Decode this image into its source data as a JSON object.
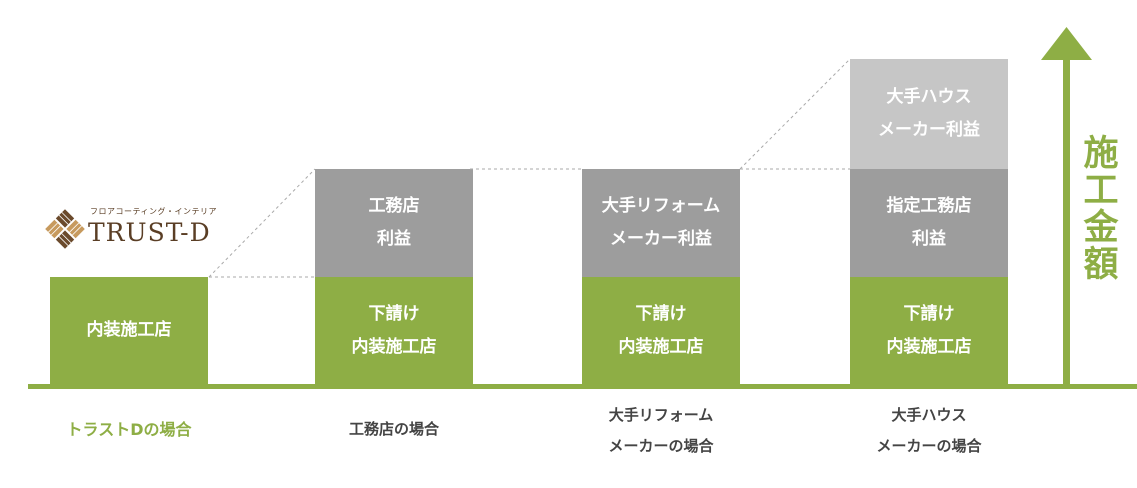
{
  "colors": {
    "green": "#8eae45",
    "gray_dark": "#9d9d9d",
    "gray_light": "#c6c6c6",
    "text_dark": "#444444",
    "logo_brown": "#5a3e25"
  },
  "logo": {
    "tagline": "フロアコーティング・インテリア",
    "name": "TRUST-D",
    "icon": "parquet-diamond-icon"
  },
  "axis": {
    "title_chars": [
      "施",
      "工",
      "金",
      "額"
    ],
    "icon": "up-arrow-icon"
  },
  "columns": [
    {
      "blocks": [
        {
          "kind": "green",
          "lines": [
            "内装施工店"
          ]
        }
      ],
      "caption": [
        "トラストDの場合"
      ],
      "caption_accent": true
    },
    {
      "blocks": [
        {
          "kind": "gray_dark",
          "lines": [
            "工務店",
            "利益"
          ]
        },
        {
          "kind": "green",
          "lines": [
            "下請け",
            "内装施工店"
          ]
        }
      ],
      "caption": [
        "工務店の場合"
      ],
      "caption_accent": false
    },
    {
      "blocks": [
        {
          "kind": "gray_dark",
          "lines": [
            "大手リフォーム",
            "メーカー利益"
          ]
        },
        {
          "kind": "green",
          "lines": [
            "下請け",
            "内装施工店"
          ]
        }
      ],
      "caption": [
        "大手リフォーム",
        "メーカーの場合"
      ],
      "caption_accent": false
    },
    {
      "blocks": [
        {
          "kind": "gray_light",
          "lines": [
            "大手ハウス",
            "メーカー利益"
          ]
        },
        {
          "kind": "gray_dark",
          "lines": [
            "指定工務店",
            "利益"
          ]
        },
        {
          "kind": "green",
          "lines": [
            "下請け",
            "内装施工店"
          ]
        }
      ],
      "caption": [
        "大手ハウス",
        "メーカーの場合"
      ],
      "caption_accent": false
    }
  ]
}
